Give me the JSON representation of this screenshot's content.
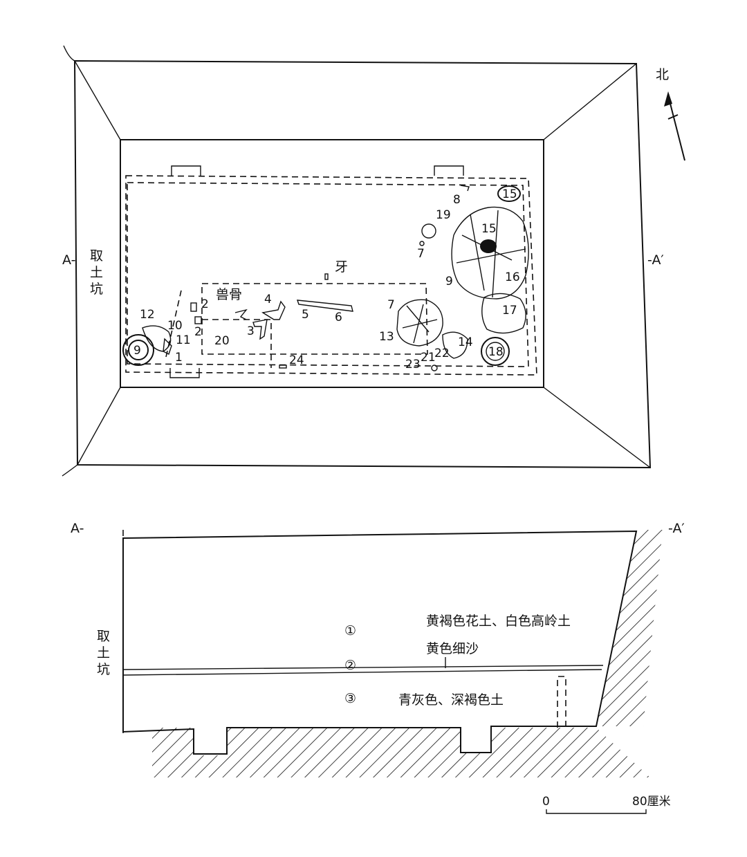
{
  "plan": {
    "north_label": "北",
    "section_left": "A-",
    "section_right": "-A′",
    "pit_label": [
      "取",
      "土",
      "坑"
    ],
    "tooth_label": "牙",
    "bone_label": "兽骨",
    "artifact_numbers": {
      "n1": "1",
      "n2a": "2",
      "n2b": "2",
      "n3": "3",
      "n4": "4",
      "n5": "5",
      "n6": "6",
      "n7a": "7",
      "n7b": "7",
      "n8": "8",
      "n9a": "9",
      "n9b": "9",
      "n10": "10",
      "n11": "11",
      "n12": "12",
      "n13": "13",
      "n14": "14",
      "n15a": "15",
      "n15b": "15",
      "n16": "16",
      "n17": "17",
      "n18": "18",
      "n19": "19",
      "n20": "20",
      "n21": "21",
      "n22": "22",
      "n23": "23",
      "n24": "24"
    }
  },
  "section": {
    "section_left": "A-",
    "section_right": "-A′",
    "pit_label": [
      "取",
      "土",
      "坑"
    ],
    "layers": [
      {
        "marker": "①",
        "description": "黄褐色花土、白色高岭土"
      },
      {
        "marker": "②",
        "description": "黄色细沙"
      },
      {
        "marker": "③",
        "description": "青灰色、深褐色土"
      }
    ]
  },
  "scale_bar": {
    "start": "0",
    "end": "80厘米"
  }
}
